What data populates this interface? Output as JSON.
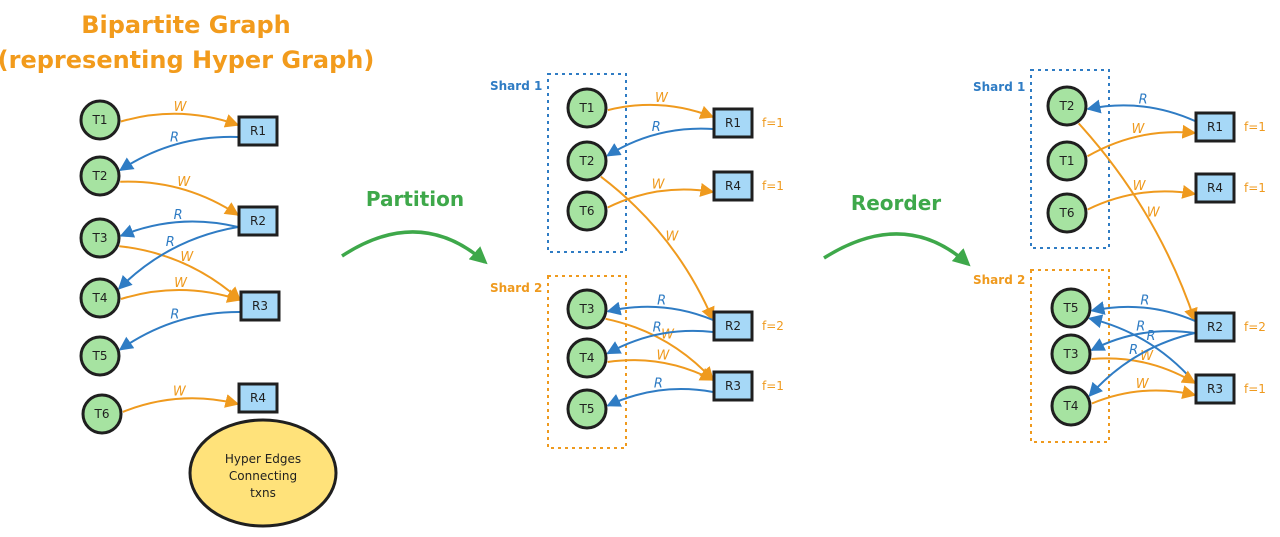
{
  "title": {
    "line1": "Bipartite Graph",
    "line2": "(representing Hyper Graph)"
  },
  "steps": {
    "partition": "Partition",
    "reorder": "Reorder"
  },
  "note": {
    "line1": "Hyper Edges",
    "line2": "Connecting",
    "line3": "txns"
  },
  "colors": {
    "title": "#f29b1c",
    "write": "#ef9a1e",
    "read": "#2f7cc4",
    "txn_fill": "#a6e3a1",
    "res_fill": "#a6d8f7",
    "step": "#3ea84a",
    "note_fill": "#ffe27a",
    "shard1": "#2f7cc4",
    "shard2": "#ef9a1e"
  },
  "panels": {
    "original": {
      "txns": [
        "T1",
        "T2",
        "T3",
        "T4",
        "T5",
        "T6"
      ],
      "res": [
        "R1",
        "R2",
        "R3",
        "R4"
      ],
      "edges": [
        {
          "from": "T1",
          "to": "R1",
          "type": "W"
        },
        {
          "from": "R1",
          "to": "T2",
          "type": "R"
        },
        {
          "from": "T2",
          "to": "R2",
          "type": "W"
        },
        {
          "from": "R2",
          "to": "T3",
          "type": "R"
        },
        {
          "from": "T3",
          "to": "R3",
          "type": "W"
        },
        {
          "from": "R2",
          "to": "T4",
          "type": "R"
        },
        {
          "from": "T4",
          "to": "R3",
          "type": "W"
        },
        {
          "from": "R3",
          "to": "T5",
          "type": "R"
        },
        {
          "from": "T6",
          "to": "R4",
          "type": "W"
        }
      ]
    },
    "partitioned": {
      "shard1": "Shard 1",
      "shard2": "Shard 2",
      "txns": [
        "T1",
        "T2",
        "T6",
        "T3",
        "T4",
        "T5"
      ],
      "res": [
        "R1",
        "R4",
        "R2",
        "R3"
      ],
      "f": [
        "f=1",
        "f=1",
        "f=2",
        "f=1"
      ],
      "edges": [
        {
          "from": "T1",
          "to": "R1",
          "type": "W"
        },
        {
          "from": "R1",
          "to": "T2",
          "type": "R"
        },
        {
          "from": "T6",
          "to": "R4",
          "type": "W"
        },
        {
          "from": "T2",
          "to": "R2",
          "type": "W"
        },
        {
          "from": "R2",
          "to": "T3",
          "type": "R"
        },
        {
          "from": "T3",
          "to": "R3",
          "type": "W"
        },
        {
          "from": "R2",
          "to": "T4",
          "type": "R"
        },
        {
          "from": "T4",
          "to": "R3",
          "type": "W"
        },
        {
          "from": "R3",
          "to": "T5",
          "type": "R"
        }
      ]
    },
    "reordered": {
      "shard1": "Shard 1",
      "shard2": "Shard 2",
      "txns": [
        "T2",
        "T1",
        "T6",
        "T5",
        "T3",
        "T4"
      ],
      "res": [
        "R1",
        "R4",
        "R2",
        "R3"
      ],
      "f": [
        "f=1",
        "f=1",
        "f=2",
        "f=1"
      ],
      "edges": [
        {
          "from": "R1",
          "to": "T2",
          "type": "R"
        },
        {
          "from": "T1",
          "to": "R1",
          "type": "W"
        },
        {
          "from": "T6",
          "to": "R4",
          "type": "W"
        },
        {
          "from": "T2",
          "to": "R2",
          "type": "W"
        },
        {
          "from": "R2",
          "to": "T5",
          "type": "R"
        },
        {
          "from": "R3",
          "to": "T5",
          "type": "R"
        },
        {
          "from": "R2",
          "to": "T3",
          "type": "R"
        },
        {
          "from": "T3",
          "to": "R3",
          "type": "W"
        },
        {
          "from": "R2",
          "to": "T4",
          "type": "R"
        },
        {
          "from": "T4",
          "to": "R3",
          "type": "W"
        }
      ]
    }
  }
}
